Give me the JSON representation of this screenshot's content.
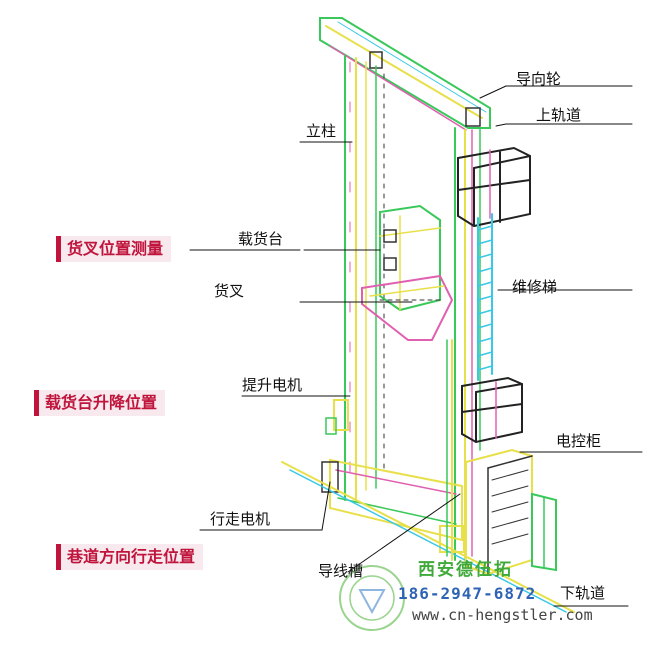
{
  "labels": {
    "guide_wheel": "导向轮",
    "upper_rail": "上轨道",
    "column": "立柱",
    "carrier": "载货台",
    "fork": "货叉",
    "ladder": "维修梯",
    "lift_motor": "提升电机",
    "control_cabinet": "电控柜",
    "travel_motor": "行走电机",
    "cable_slot": "导线槽",
    "lower_rail": "下轨道"
  },
  "callouts": {
    "fork_position": "货叉位置测量",
    "carrier_position": "载货台升降位置",
    "aisle_position": "巷道方向行走位置"
  },
  "watermark": {
    "name": "西安德伍拓",
    "phone": "186-2947-6872",
    "url": "www.cn-hengstler.com"
  },
  "colors": {
    "callout_red": "#c0143c",
    "structure_green": "#39c85a",
    "structure_yellow": "#e8e04a",
    "ladder_cyan": "#38c8e8",
    "fork_pink": "#e060b0"
  }
}
